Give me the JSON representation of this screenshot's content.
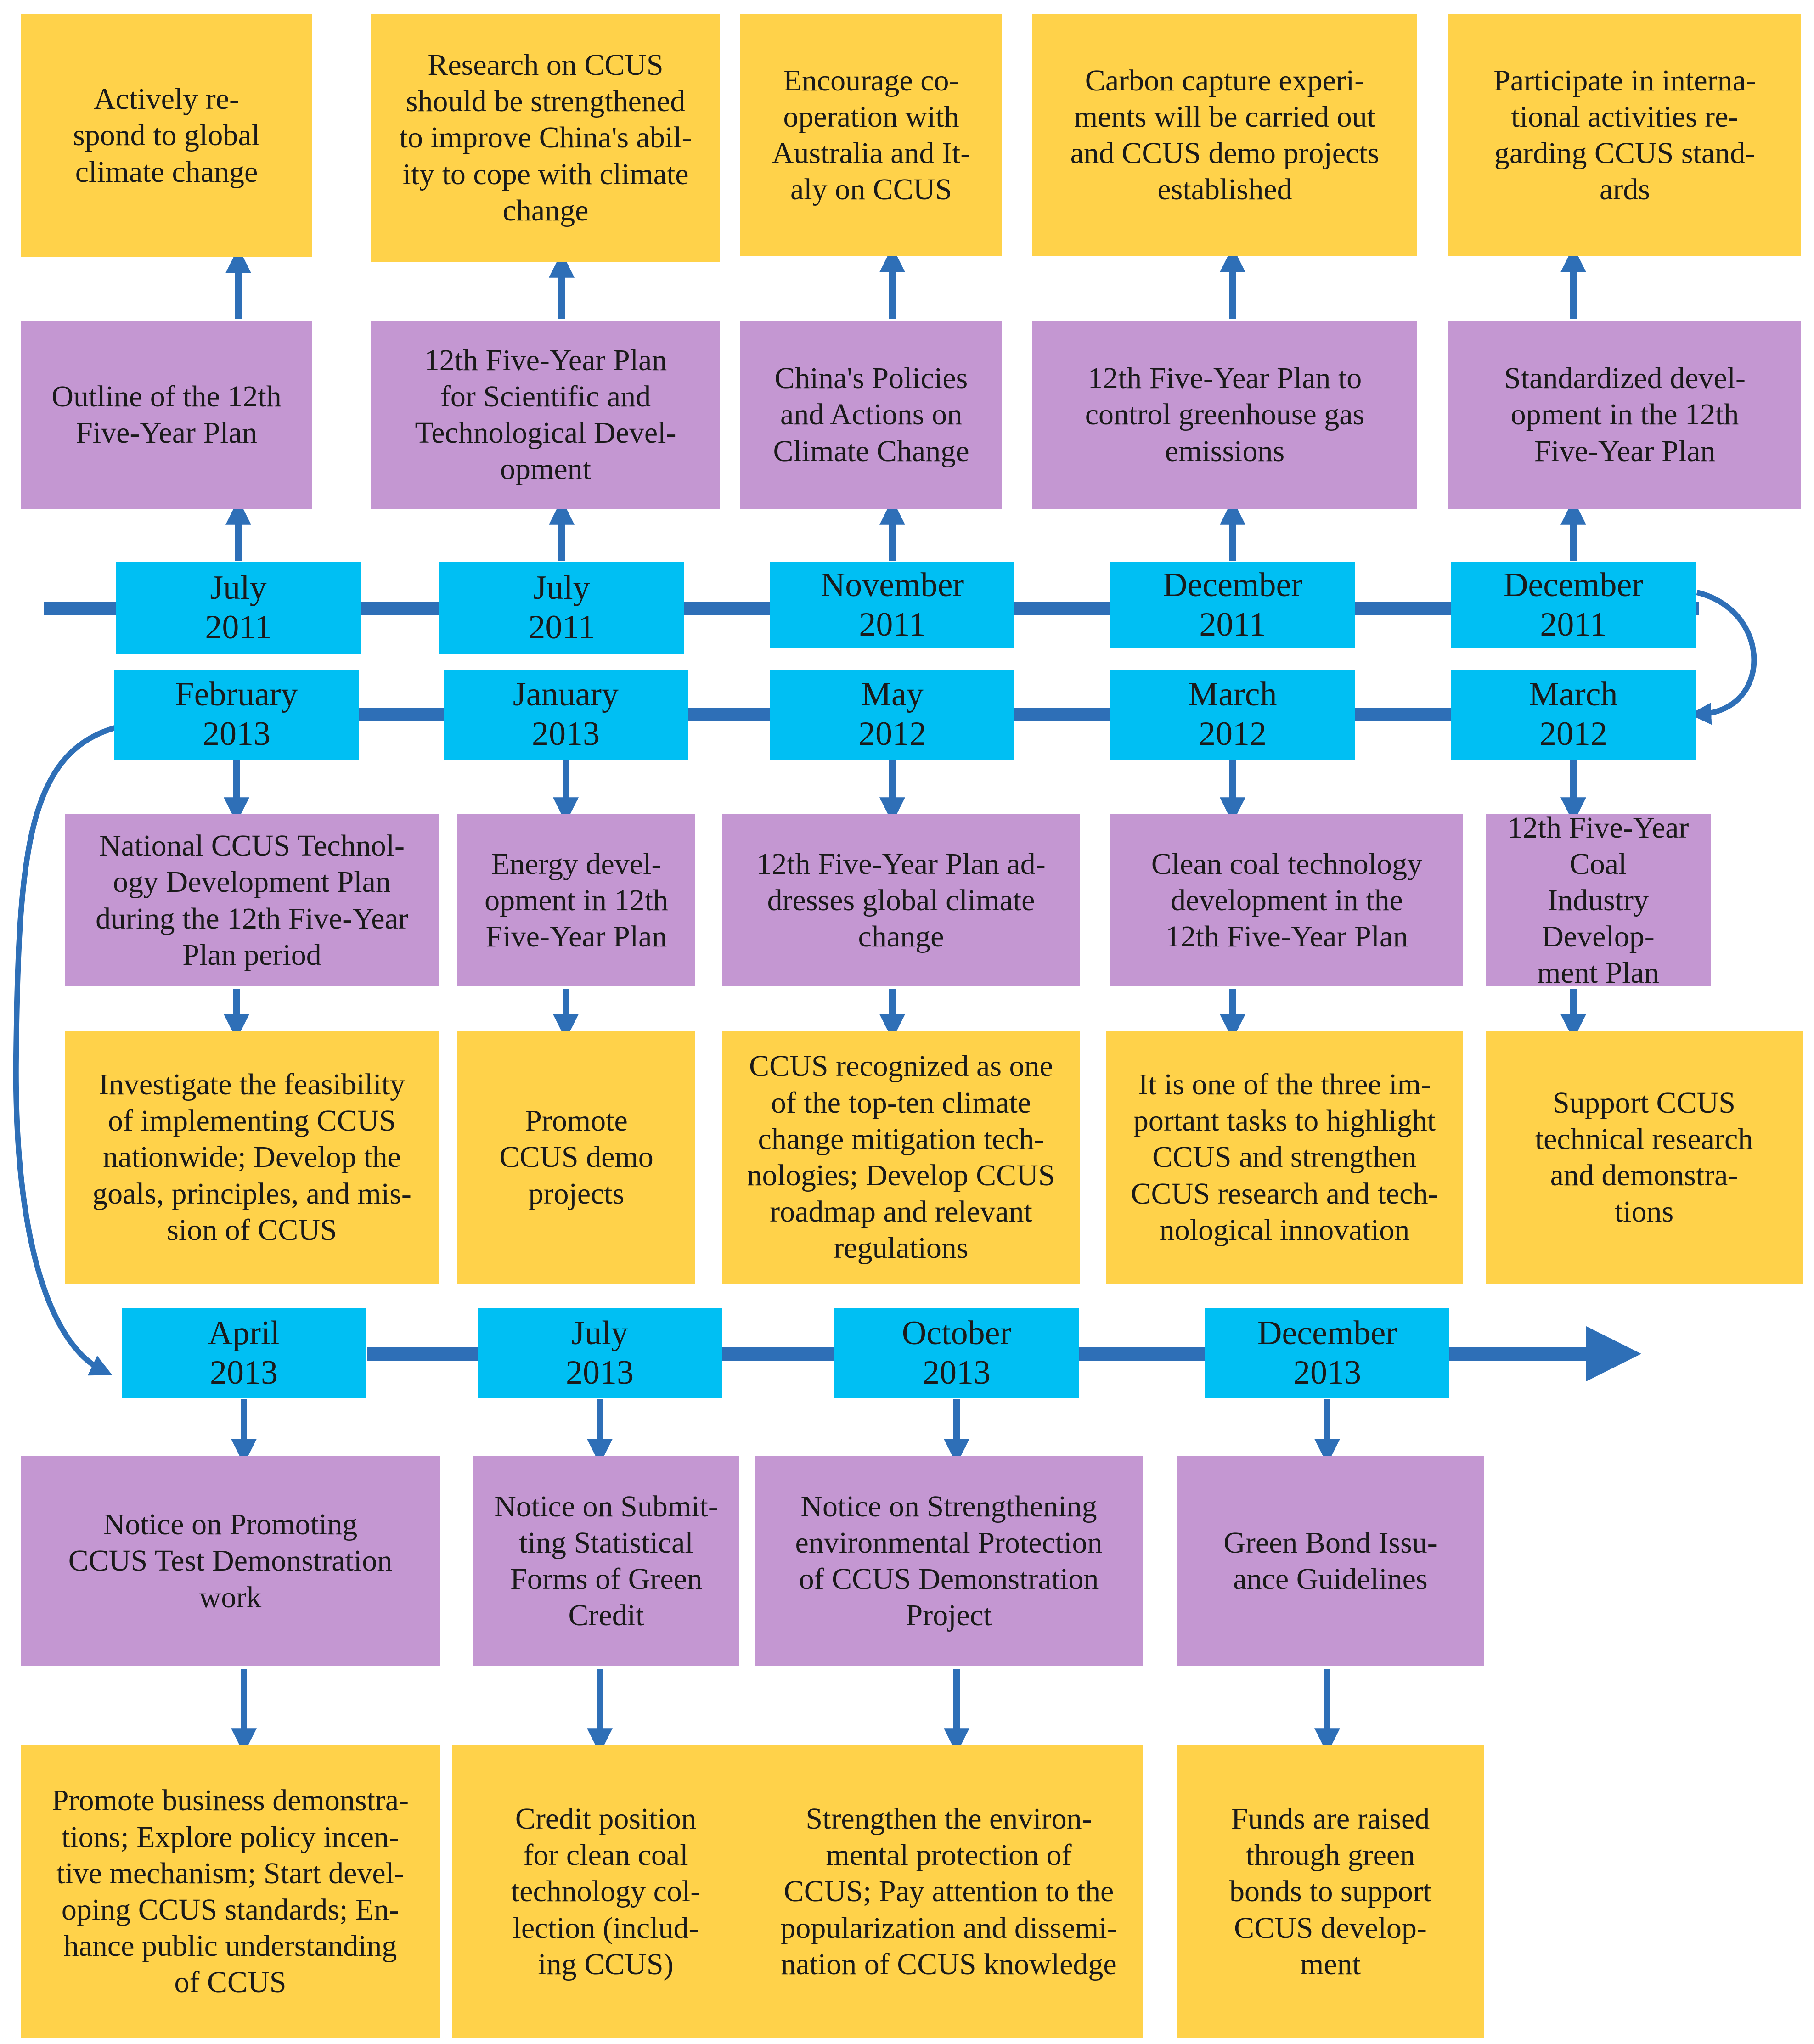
{
  "colors": {
    "result": "#FFD24A",
    "policy": "#C497D2",
    "date": "#00BFF3",
    "connector": "#2E6FB7"
  },
  "row1": [
    {
      "date": "July\n2011",
      "policy": "Outline of the 12th\nFive-Year Plan",
      "result": "Actively re-\nspond to global\nclimate change"
    },
    {
      "date": "July\n2011",
      "policy": "12th Five-Year Plan\nfor Scientific and\nTechnological Devel-\nopment",
      "result": "Research on CCUS\nshould be strengthened\nto improve China's abil-\nity to cope with climate\nchange"
    },
    {
      "date": "November\n2011",
      "policy": "China's Policies\nand Actions on\nClimate Change",
      "result": "Encourage co-\noperation with\nAustralia and It-\naly on CCUS"
    },
    {
      "date": "December\n2011",
      "policy": "12th Five-Year Plan to\ncontrol greenhouse gas\nemissions",
      "result": "Carbon capture experi-\nments will be carried out\nand CCUS demo projects\nestablished"
    },
    {
      "date": "December\n2011",
      "policy": "Standardized devel-\nopment in the 12th\nFive-Year Plan",
      "result": "Participate in interna-\ntional activities re-\ngarding CCUS stand-\nards"
    }
  ],
  "row2": [
    {
      "date": "February\n2013",
      "policy": "National CCUS Technol-\nogy Development Plan\nduring the 12th Five-Year\nPlan period",
      "result": "Investigate the feasibility\nof implementing CCUS\nnationwide; Develop the\ngoals, principles, and mis-\nsion of CCUS"
    },
    {
      "date": "January\n2013",
      "policy": "Energy devel-\nopment in 12th\nFive-Year Plan",
      "result": "Promote\nCCUS demo\nprojects"
    },
    {
      "date": "May\n2012",
      "policy": "12th Five-Year Plan ad-\ndresses global climate\nchange",
      "result": "CCUS recognized as one\nof the top-ten climate\nchange mitigation tech-\nnologies; Develop CCUS\nroadmap and relevant\nregulations"
    },
    {
      "date": "March\n2012",
      "policy": "Clean coal technology\ndevelopment in the\n12th Five-Year Plan",
      "result": "It is one of the three im-\nportant tasks to highlight\nCCUS and strengthen\nCCUS research and tech-\nnological innovation"
    },
    {
      "date": "March\n2012",
      "policy": "12th Five-Year Coal\nIndustry Develop-\nment Plan",
      "result": "Support CCUS\ntechnical research\nand demonstra-\ntions"
    }
  ],
  "row3": [
    {
      "date": "April\n2013",
      "policy": "Notice on Promoting\nCCUS Test Demonstration\nwork",
      "result": "Promote business demonstra-\ntions; Explore policy incen-\ntive mechanism; Start devel-\noping CCUS standards; En-\nhance public understanding\nof CCUS"
    },
    {
      "date": "July\n2013",
      "policy": "Notice on Submit-\nting Statistical\nForms of Green\nCredit",
      "result": "Credit position\nfor clean coal\ntechnology col-\nlection (includ-\ning CCUS)"
    },
    {
      "date": "October\n2013",
      "policy": "Notice on Strengthening\nenvironmental Protection\nof CCUS Demonstration\nProject",
      "result": "Strengthen the environ-\nmental protection of\nCCUS; Pay attention to the\npopularization and dissemi-\nnation of CCUS knowledge"
    },
    {
      "date": "December\n2013",
      "policy": "Green Bond Issu-\nance Guidelines",
      "result": "Funds are raised\nthrough green\nbonds to support\nCCUS develop-\nment"
    }
  ]
}
